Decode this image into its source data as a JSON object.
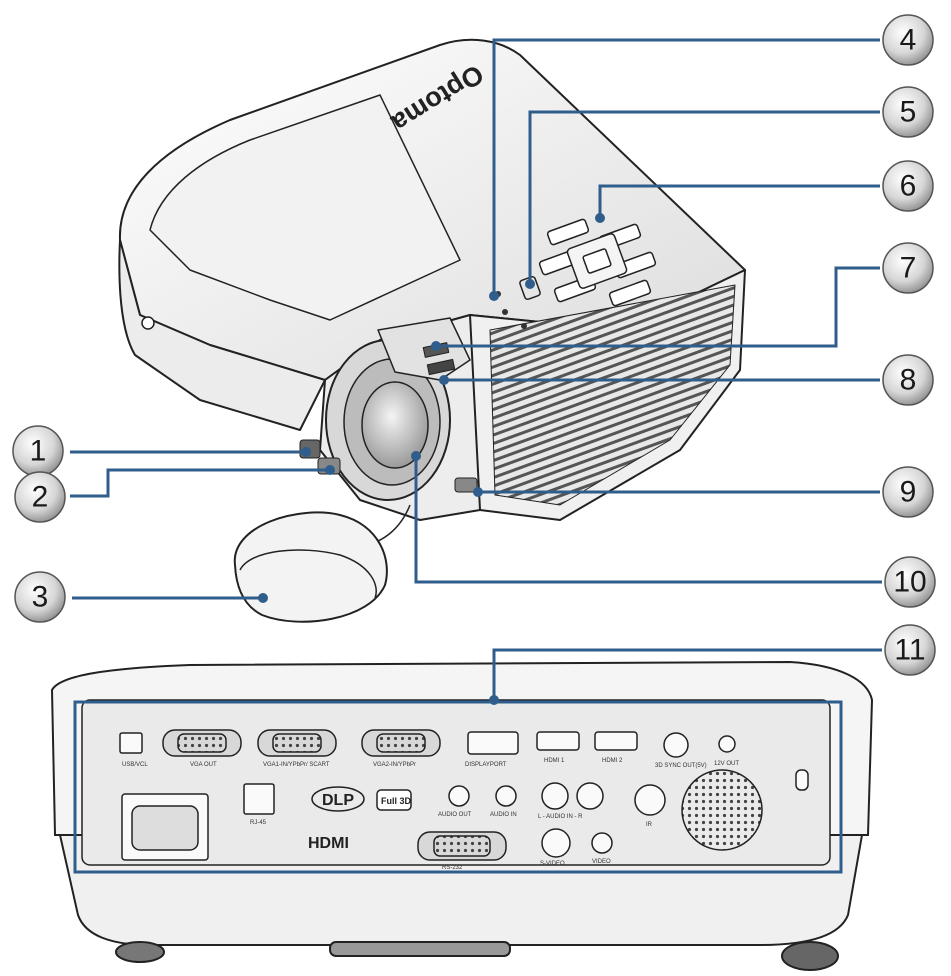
{
  "callouts": [
    "1",
    "2",
    "3",
    "4",
    "5",
    "6",
    "7",
    "8",
    "9",
    "10",
    "11"
  ],
  "brand_text": "Optoma",
  "colors": {
    "leader": "#2f5d8c",
    "outline": "#222222",
    "bubble": "#d9d9d9"
  },
  "rear_panel": {
    "port_labels": [
      "USB/VCL",
      "VGA OUT",
      "VGA1-IN/YPbPr/ SCART",
      "VGA2-IN/YPbPr",
      "DISPLAYPORT",
      "HDMI 1",
      "HDMI 2",
      "3D SYNC OUT(5V)",
      "12V OUT",
      "RJ-45",
      "AUDIO OUT",
      "AUDIO IN",
      "L - AUDIO IN - R",
      "IR",
      "RS-232",
      "S-VIDEO",
      "VIDEO"
    ],
    "logos": [
      "DLP",
      "Full 3D",
      "HDMI"
    ]
  }
}
